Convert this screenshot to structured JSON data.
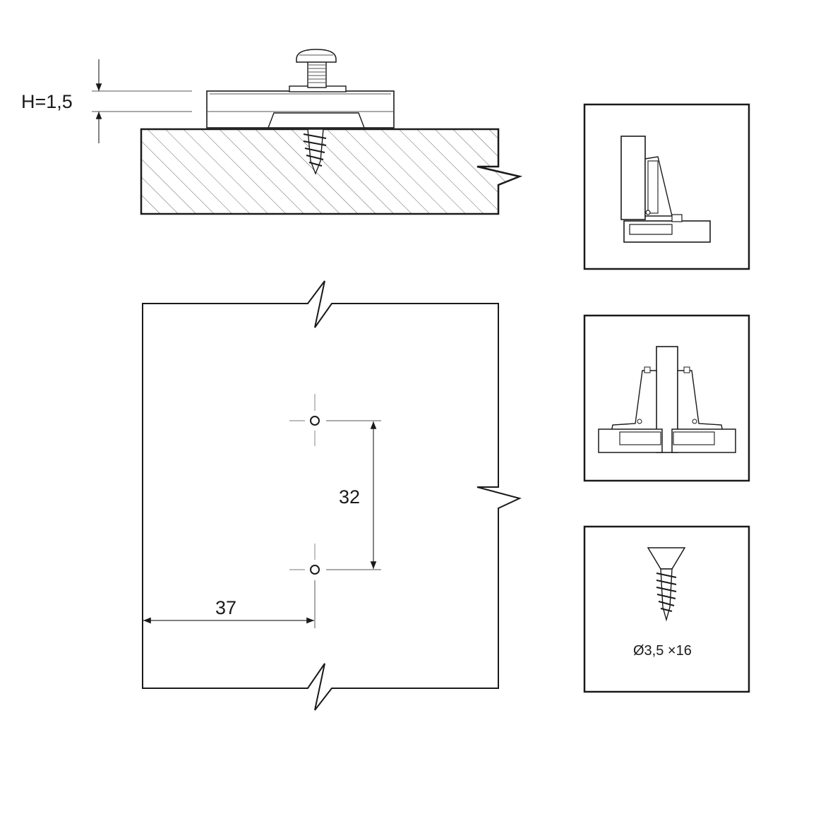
{
  "dimensions": {
    "plate_height": "H=1,5",
    "hole_spacing": "32",
    "edge_distance": "37"
  },
  "screw": {
    "spec": "Ø3,5 ×16"
  }
}
